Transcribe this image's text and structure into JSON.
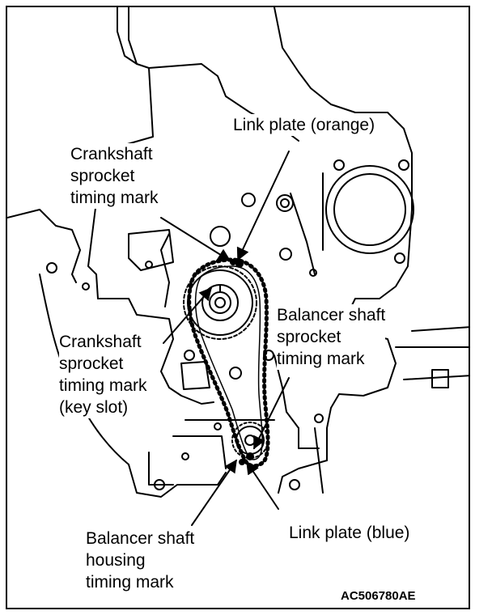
{
  "labels": {
    "link_plate_orange": "Link plate (orange)",
    "crank_mark_top": "Crankshaft\nsprocket\ntiming mark",
    "crank_mark_keyslot": "Crankshaft\nsprocket\ntiming mark\n(key slot)",
    "balancer_sprocket_mark": "Balancer shaft\nsprocket\ntiming mark",
    "link_plate_blue": "Link plate (blue)",
    "balancer_housing_mark": "Balancer shaft\nhousing\ntiming mark"
  },
  "figure_code": "AC506780AE"
}
